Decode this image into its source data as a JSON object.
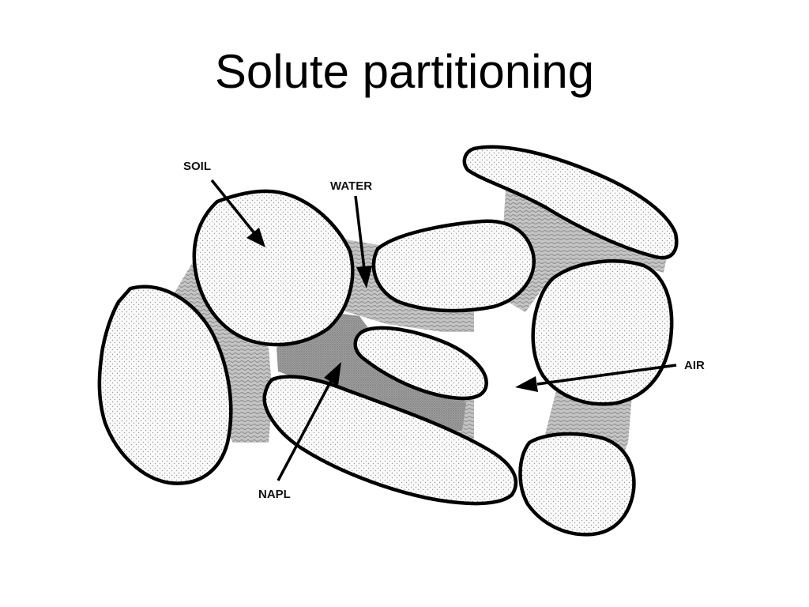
{
  "slide": {
    "title": "Solute partitioning"
  },
  "diagram": {
    "labels": {
      "soil": "SOIL",
      "water": "WATER",
      "air": "AIR",
      "napl": "NAPL"
    },
    "colors": {
      "grain_fill": "#fafafa",
      "grain_dots": "#9a9a9a",
      "water_fill": "#bcbcbc",
      "napl_fill": "#8f8f8f",
      "outline": "#000000"
    }
  }
}
